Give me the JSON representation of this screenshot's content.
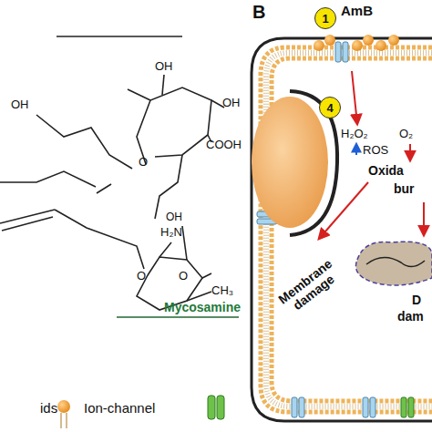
{
  "diagram": {
    "nodes": [
      {
        "text": [
          "1"
        ]
      },
      {
        "text": [
          "4"
        ]
      }
    ],
    "labels": [
      "OH",
      "OH",
      "OH",
      "O",
      "COOH",
      "OH",
      "H₂N",
      "O",
      "O",
      "CH₃",
      "Mycosamine",
      "B",
      "AmB",
      "H₂O₂",
      "O₂",
      "ROS",
      "Oxida",
      "bur",
      "Membrane damage",
      "D",
      "dam"
    ],
    "legend": [
      {
        "text": "ids"
      },
      {
        "text": "Ion-channel"
      }
    ]
  }
}
